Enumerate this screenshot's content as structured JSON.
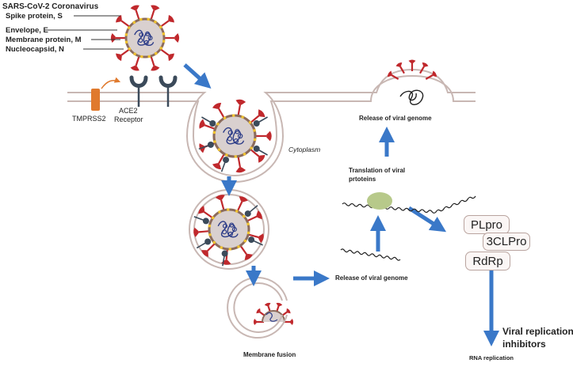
{
  "title": "SARS-CoV-2 Coronavirus",
  "virus_parts": {
    "spike": "Spike protein, S",
    "envelope": "Envelope, E",
    "membrane": "Membrane protein, M",
    "nucleocapsid": "Nucleocapsid, N"
  },
  "host_cell": {
    "tmprss2": "TMPRSS2",
    "ace2_line1": "ACE2",
    "ace2_line2": "Receptor",
    "cytoplasm": "Cytoplasm"
  },
  "steps": {
    "release_top": "Release of viral genome",
    "translation_line1": "Translation of viral",
    "translation_line2": "prtoteins",
    "release_mid": "Release of viral genome",
    "membrane_fusion": "Membrane fusion"
  },
  "targets": {
    "plpro": "PLpro",
    "clpro": "3CLPro",
    "rdrp": "RdRp",
    "inhibitors_line1": "Viral replication",
    "inhibitors_line2": "inhibitors",
    "rna_replication": "RNA replication"
  },
  "colors": {
    "spike": "#c0282c",
    "arrow": "#3a78c8",
    "envelope_dot": "#f2c530",
    "membrane": "#c8b7b3",
    "rna": "#2c3c88",
    "tmprss2": "#e07a2e",
    "ribosome": "#b7c98a"
  }
}
